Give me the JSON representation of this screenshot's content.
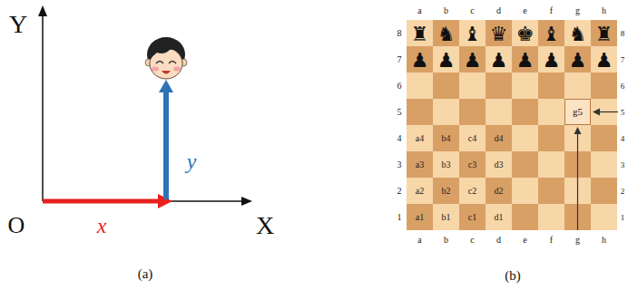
{
  "diagram": {
    "nodes": [
      {
        "text": [
          "g5"
        ]
      }
    ],
    "labels": [
      "Y",
      "O",
      "X",
      "x",
      "y",
      "(a)",
      "a",
      "b",
      "c",
      "d",
      "e",
      "f",
      "g",
      "h",
      "a",
      "b",
      "c",
      "d",
      "e",
      "f",
      "g",
      "h",
      "8",
      "7",
      "6",
      "5",
      "4",
      "3",
      "2",
      "1",
      "8",
      "7",
      "6",
      "5",
      "4",
      "3",
      "2",
      "1",
      "♜",
      "♞",
      "♝",
      "♛",
      "♚",
      "♝",
      "♞",
      "♜",
      "♟",
      "♟",
      "♟",
      "♟",
      "♟",
      "♟",
      "♟",
      "♟",
      "a4",
      "b4",
      "c4",
      "d4",
      "a3",
      "b3",
      "c3",
      "d3",
      "a2",
      "b2",
      "c2",
      "d2",
      "a1",
      "b1",
      "c1",
      "d1",
      "(b)"
    ]
  }
}
